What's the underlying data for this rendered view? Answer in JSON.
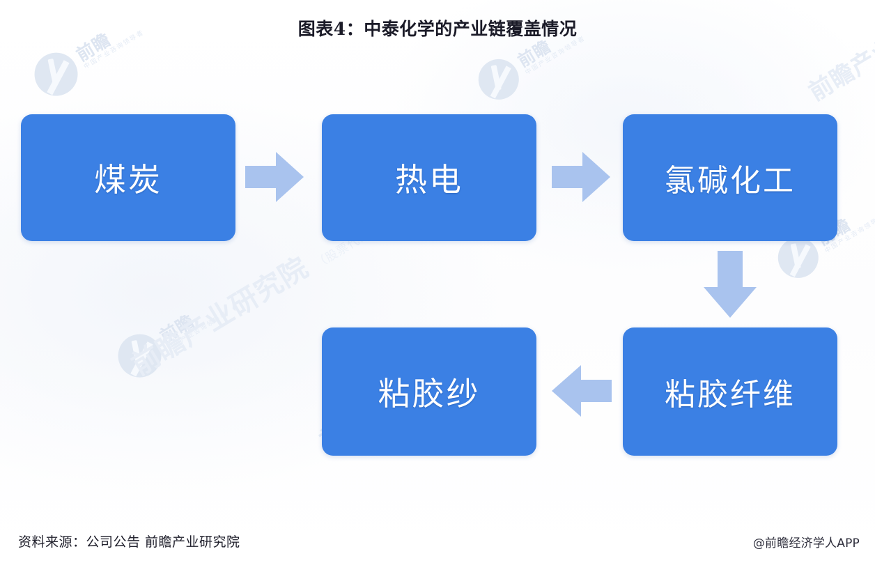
{
  "title": "图表4：中泰化学的产业链覆盖情况",
  "colors": {
    "node_fill": "#3b80e4",
    "node_text": "#ffffff",
    "arrow_fill": "#a9c3ee",
    "background": "#ffffff",
    "title_text": "#1b1b28",
    "watermark": "#e2e9f3"
  },
  "diagram": {
    "type": "flowchart",
    "nodes": [
      {
        "id": "coal",
        "label": "煤炭",
        "row": 1,
        "col": 1
      },
      {
        "id": "thermal",
        "label": "热电",
        "row": 1,
        "col": 2
      },
      {
        "id": "chlor",
        "label": "氯碱化工",
        "row": 1,
        "col": 3
      },
      {
        "id": "yarn",
        "label": "粘胶纱",
        "row": 2,
        "col": 2
      },
      {
        "id": "fiber",
        "label": "粘胶纤维",
        "row": 2,
        "col": 3
      }
    ],
    "edges": [
      {
        "from": "coal",
        "to": "thermal",
        "direction": "right"
      },
      {
        "from": "thermal",
        "to": "chlor",
        "direction": "right"
      },
      {
        "from": "chlor",
        "to": "fiber",
        "direction": "down"
      },
      {
        "from": "fiber",
        "to": "yarn",
        "direction": "left"
      }
    ]
  },
  "footer": {
    "source": "资料来源：公司公告 前瞻产业研究院",
    "credit": "@前瞻经济学人APP"
  },
  "watermark": {
    "brand": "前瞻",
    "sub": "中国产业咨询领导者",
    "diagonal": "前瞻产业研究院",
    "diagonal_sub": "（股票代码：8395）"
  }
}
